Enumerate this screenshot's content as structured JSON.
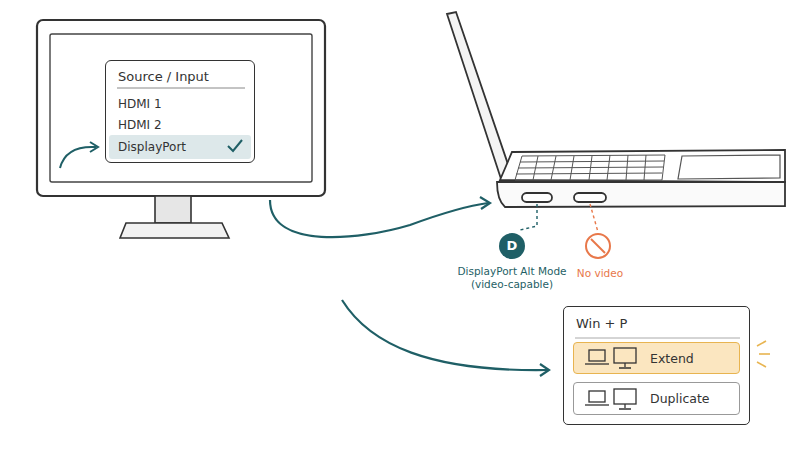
{
  "diagram": {
    "nodes": [
      {
        "text": [
          "Source / Input"
        ]
      },
      {
        "text": [
          "HDMI 1"
        ],
        "in": 0
      },
      {
        "text": [
          "HDMI 2"
        ],
        "in": 0
      },
      {
        "text": [
          "DisplayPort"
        ],
        "in": 0
      },
      {
        "text": [
          "D",
          "DisplayPort Alt Mode (video-capable)"
        ]
      },
      {
        "text": [
          "No video"
        ]
      },
      {
        "text": [
          "Win + P"
        ]
      },
      {
        "text": [
          "Extend"
        ],
        "in": 6
      },
      {
        "text": [
          "Duplicate"
        ],
        "in": 6
      }
    ]
  }
}
